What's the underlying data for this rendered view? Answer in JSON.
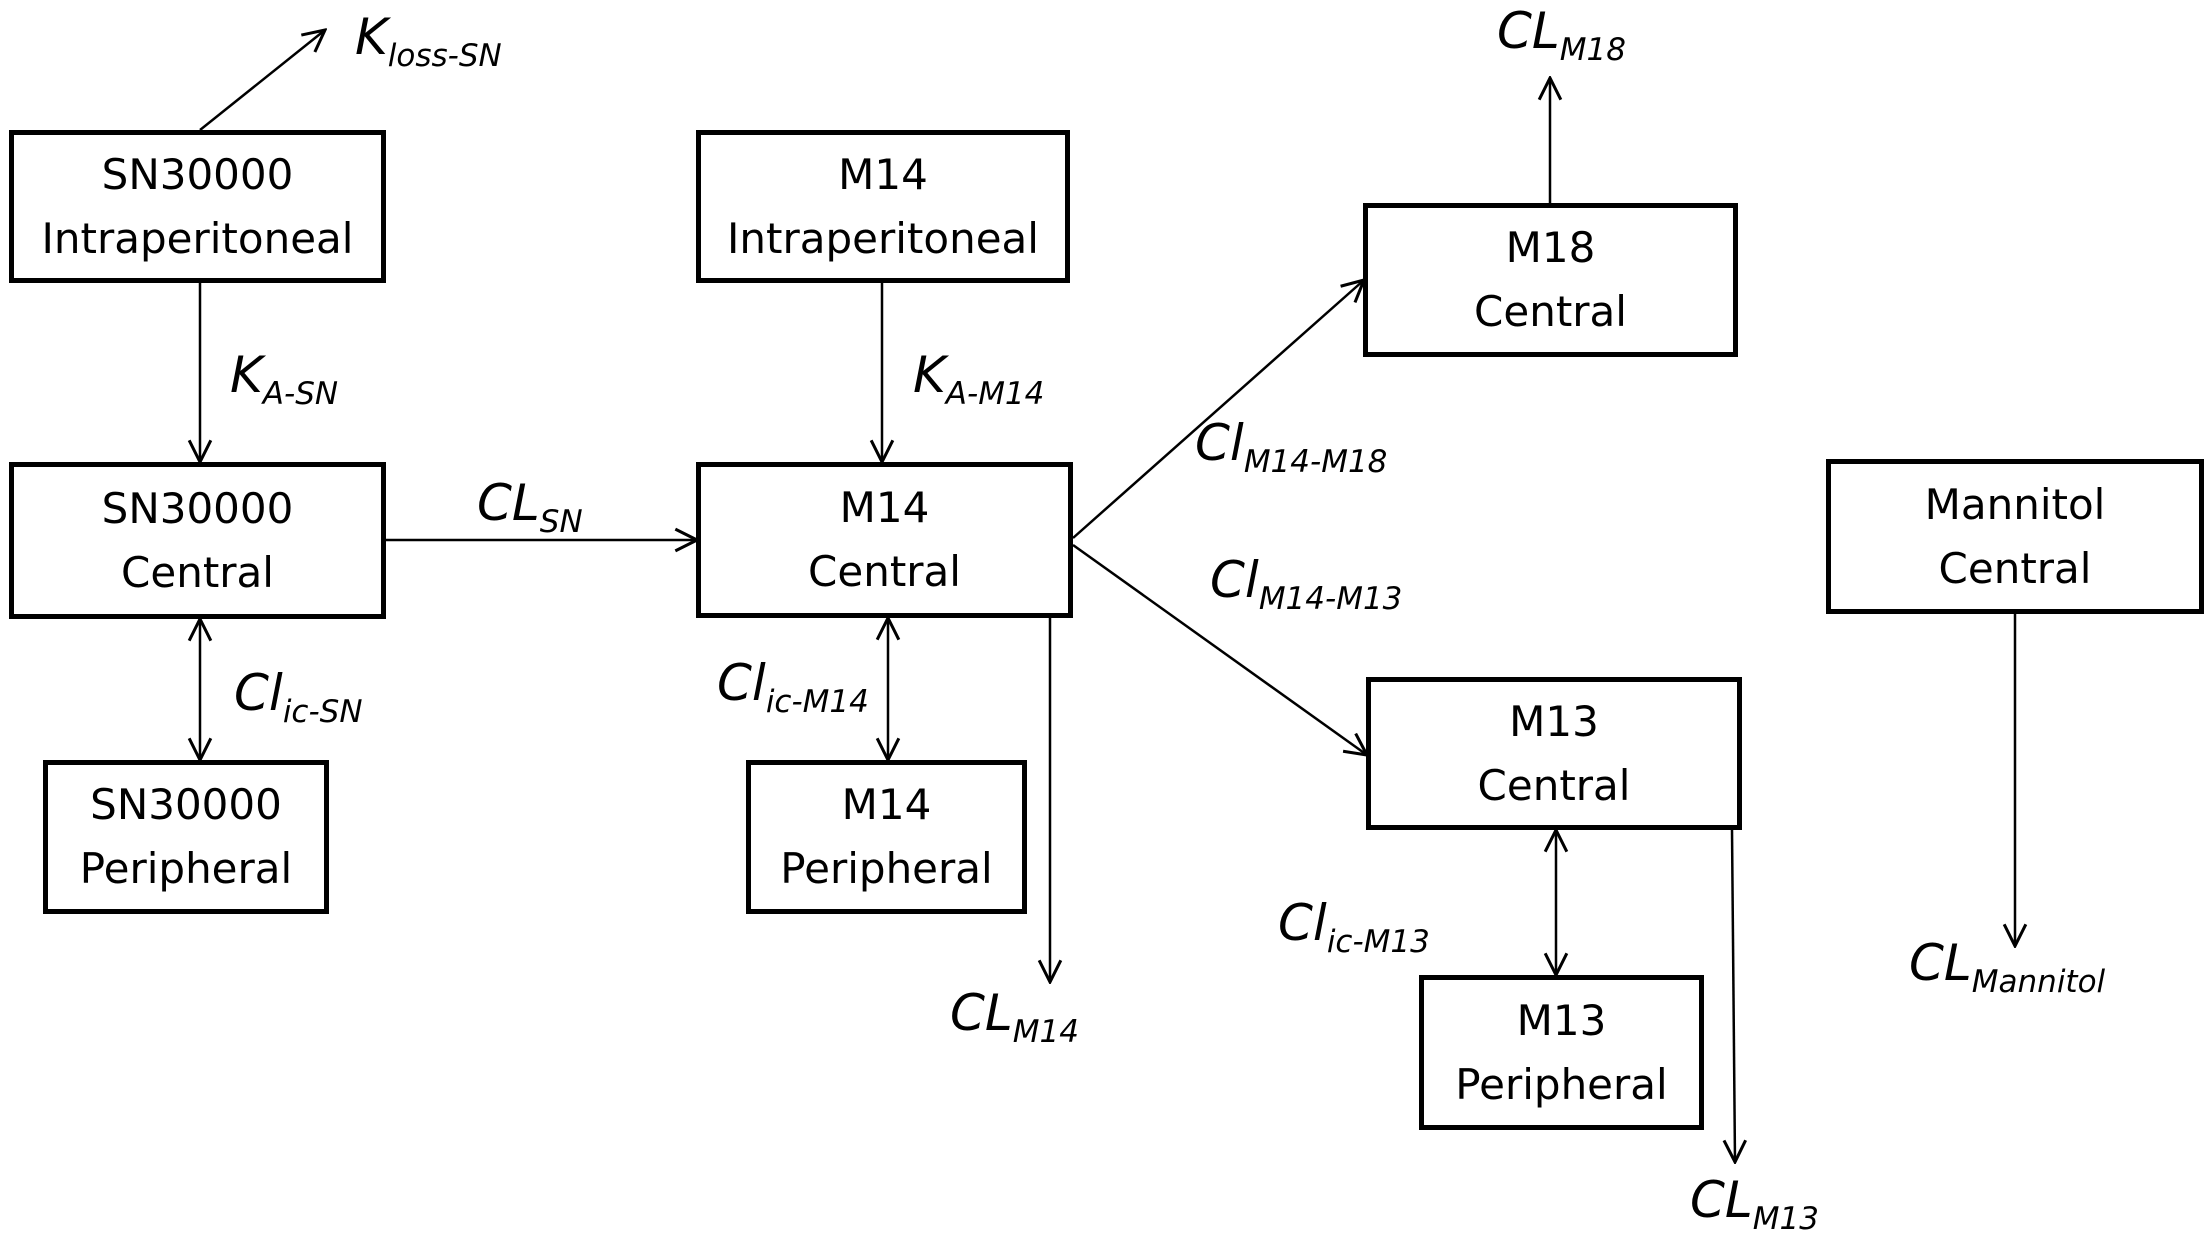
{
  "compartments": {
    "sn_ip": {
      "line1": "SN30000",
      "line2": "Intraperitoneal"
    },
    "sn_c": {
      "line1": "SN30000",
      "line2": "Central"
    },
    "sn_p": {
      "line1": "SN30000",
      "line2": "Peripheral"
    },
    "m14_ip": {
      "line1": "M14",
      "line2": "Intraperitoneal"
    },
    "m14_c": {
      "line1": "M14",
      "line2": "Central"
    },
    "m14_p": {
      "line1": "M14",
      "line2": "Peripheral"
    },
    "m18_c": {
      "line1": "M18",
      "line2": "Central"
    },
    "m13_c": {
      "line1": "M13",
      "line2": "Central"
    },
    "m13_p": {
      "line1": "M13",
      "line2": "Peripheral"
    },
    "mann_c": {
      "line1": "Mannitol",
      "line2": "Central"
    }
  },
  "parameters": {
    "kloss_sn": {
      "main": "K",
      "sub": "loss-SN"
    },
    "ka_sn": {
      "main": "K",
      "sub": "A-SN"
    },
    "cl_sn": {
      "main": "CL",
      "sub": "SN"
    },
    "clic_sn": {
      "main": "Cl",
      "sub": "ic-SN"
    },
    "ka_m14": {
      "main": "K",
      "sub": "A-M14"
    },
    "clic_m14": {
      "main": "Cl",
      "sub": "ic-M14"
    },
    "cl_m14": {
      "main": "CL",
      "sub": "M14"
    },
    "cl_m14_m18": {
      "main": "Cl",
      "sub": "M14-M18"
    },
    "cl_m14_m13": {
      "main": "Cl",
      "sub": "M14-M13"
    },
    "cl_m18": {
      "main": "CL",
      "sub": "M18"
    },
    "clic_m13": {
      "main": "Cl",
      "sub": "ic-M13"
    },
    "cl_m13": {
      "main": "CL",
      "sub": "M13"
    },
    "cl_mannitol": {
      "main": "CL",
      "sub": "Mannitol"
    }
  }
}
